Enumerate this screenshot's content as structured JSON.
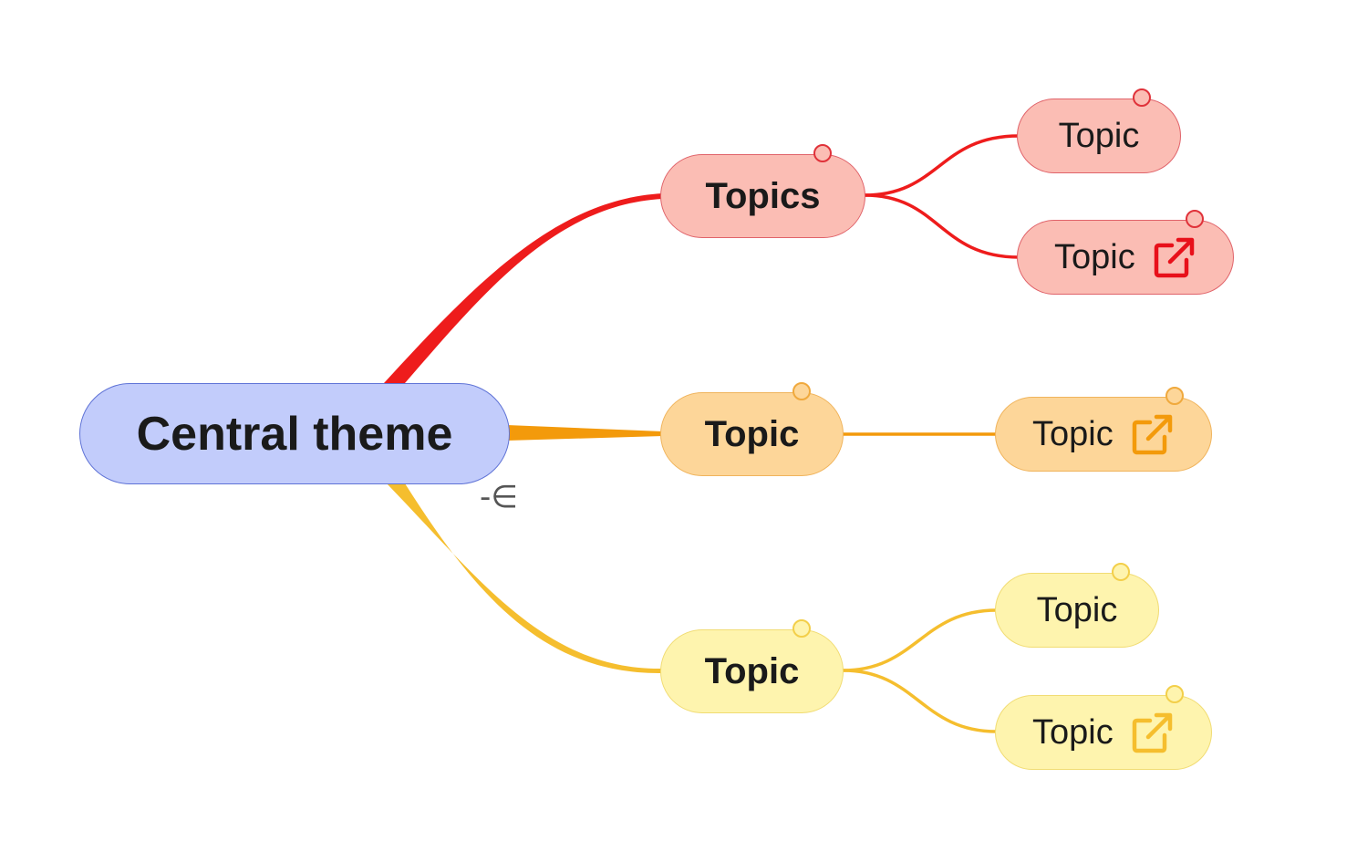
{
  "central": {
    "label": "Central theme",
    "fill": "#c2ccfb",
    "border": "#5f73d6"
  },
  "collapse_control": {
    "icon": "collapse-fork-icon",
    "glyph": "-∈"
  },
  "branches": [
    {
      "color": "#ee1c1c",
      "label": "Topics",
      "children": [
        {
          "label": "Topic",
          "has_link": false
        },
        {
          "label": "Topic",
          "has_link": true,
          "link_icon": "external-link-icon"
        }
      ]
    },
    {
      "color": "#f39a0b",
      "label": "Topic",
      "children": [
        {
          "label": "Topic",
          "has_link": true,
          "link_icon": "external-link-icon"
        }
      ]
    },
    {
      "color": "#f5be2e",
      "label": "Topic",
      "children": [
        {
          "label": "Topic",
          "has_link": false
        },
        {
          "label": "Topic",
          "has_link": true,
          "link_icon": "external-link-icon"
        }
      ]
    }
  ]
}
